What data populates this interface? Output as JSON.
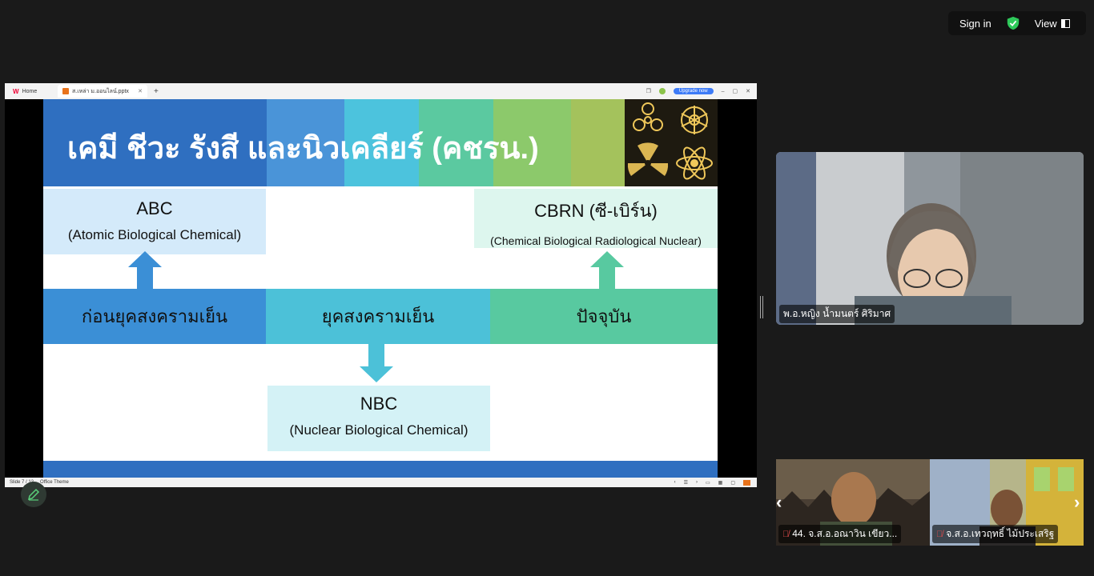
{
  "topbar": {
    "signin_label": "Sign in",
    "view_label": "View"
  },
  "browser": {
    "home_tab": "Home",
    "active_tab": "ส.เหล่า ม.ออนไลน์.pptx",
    "upgrade_label": "Upgrade now"
  },
  "slide": {
    "title": "เคมี ชีวะ รังสี และนิวเคลียร์ (คชรน.)",
    "abc": {
      "title": "ABC",
      "subtitle": "(Atomic Biological Chemical)"
    },
    "cbrn": {
      "title": "CBRN (ซี-เบิร์น)",
      "subtitle": "(Chemical Biological Radiological Nuclear)"
    },
    "nbc": {
      "title": "NBC",
      "subtitle": "(Nuclear Biological Chemical)"
    },
    "eras": [
      "ก่อนยุคสงครามเย็น",
      "ยุคสงครามเย็น",
      "ปัจจุบัน"
    ],
    "colors": {
      "title_blue": "#2f6fc0",
      "band": [
        "#4a94d8",
        "#4cc3dd",
        "#5bc9a0",
        "#8cc96b",
        "#a4c25c"
      ],
      "era_left": "#3b8fd6",
      "era_mid": "#4cc1d8",
      "era_right": "#58c9a0",
      "abc_box": "#d4eafa",
      "cbrn_box": "#ddf6ee",
      "nbc_box": "#d4f2f6"
    }
  },
  "status": {
    "slide_label": "Slide 7 / 12",
    "theme_label": "Office Theme"
  },
  "speaker": {
    "name": "พ.อ.หญิง น้ำมนตร์ ศิริมาศ"
  },
  "thumbnails": [
    {
      "name": "44. จ.ส.อ.อณาวิน เขียว...",
      "muted": true
    },
    {
      "name": "จ.ส.อ.เทวฤทธิ์ ไม้ประเสริฐ",
      "muted": true
    }
  ]
}
